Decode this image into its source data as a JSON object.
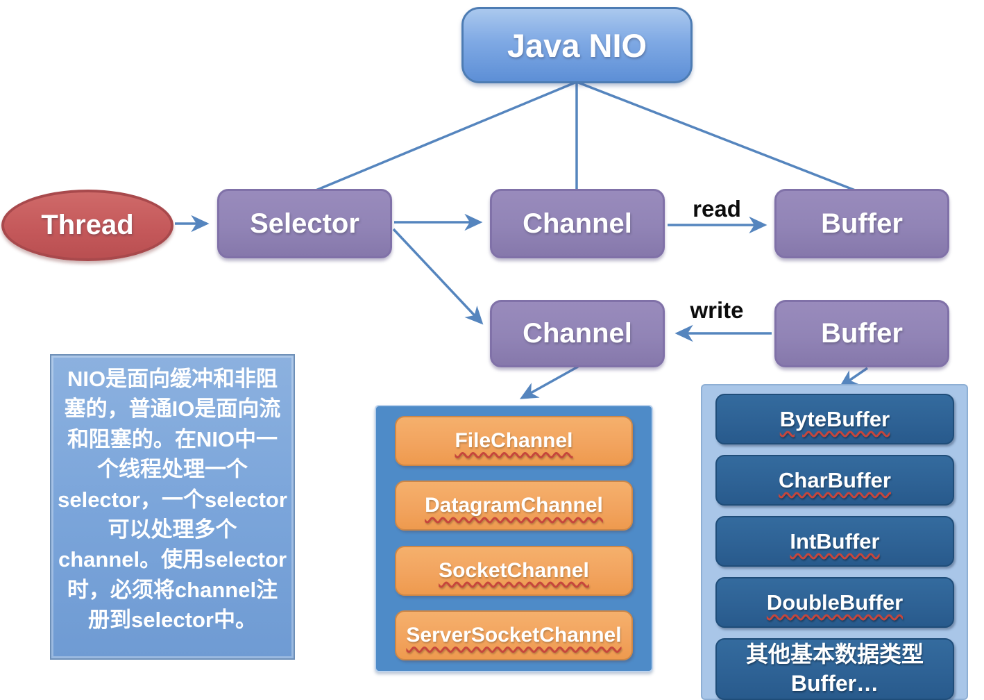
{
  "nodes": {
    "java_nio": "Java NIO",
    "thread": "Thread",
    "selector": "Selector",
    "channel_read": "Channel",
    "buffer_read": "Buffer",
    "channel_write": "Channel",
    "buffer_write": "Buffer"
  },
  "edge_labels": {
    "read": "read",
    "write": "write"
  },
  "note": {
    "text": "NIO是面向缓冲和非阻塞的，普通IO是面向流和阻塞的。在NIO中一个线程处理一个selector，一个selector可以处理多个channel。使用selector时，必须将channel注册到selector中。"
  },
  "channel_types": [
    "FileChannel",
    "DatagramChannel",
    "SocketChannel",
    "ServerSocketChannel"
  ],
  "buffer_types": [
    "ByteBuffer",
    "CharBuffer",
    "IntBuffer",
    "DoubleBuffer",
    "其他基本数据类型 Buffer…"
  ],
  "colors": {
    "node_blue": "#6D9FE0",
    "node_purple": "#9184B6",
    "node_red": "#C5595B",
    "connector_blue": "#5585BE",
    "panel_blue": "#4E8BC8",
    "panel_light_blue": "#A9C6E8",
    "chip_orange": "#F2A45F",
    "chip_dark_blue": "#2E6295",
    "note_blue": "#7FA9DC",
    "squiggle_red": "#C6463C"
  }
}
